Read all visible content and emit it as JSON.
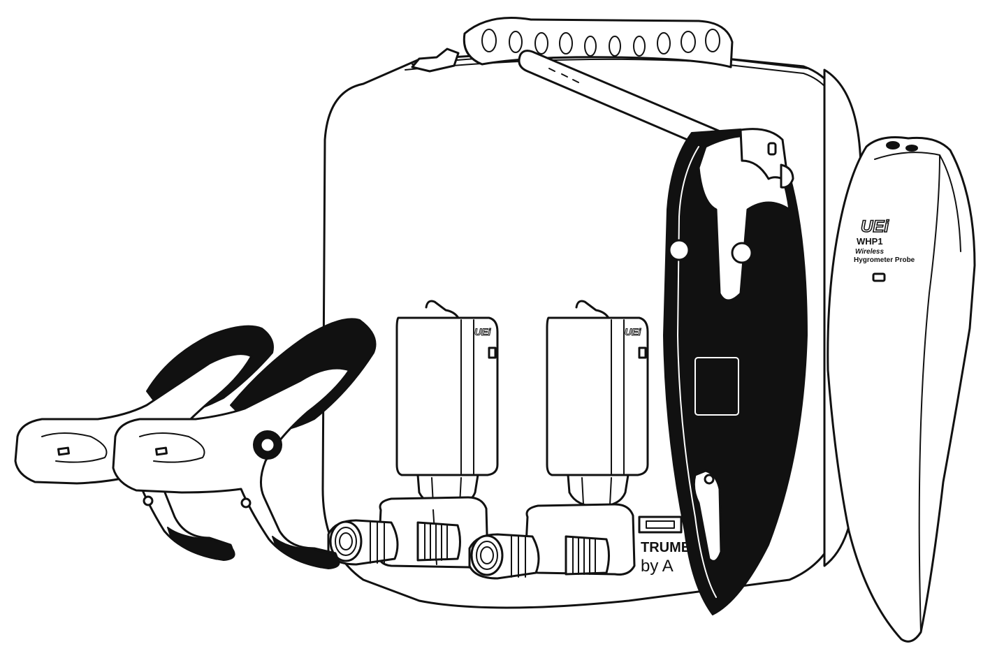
{
  "probe": {
    "brand": "UEi",
    "model": "WHP1",
    "line1": "Wireless",
    "line2": "Hygrometer Probe"
  },
  "case_print": {
    "text1": "TRUME",
    "text2": "by A"
  },
  "colors": {
    "outline": "#111111",
    "fill": "#ffffff"
  }
}
